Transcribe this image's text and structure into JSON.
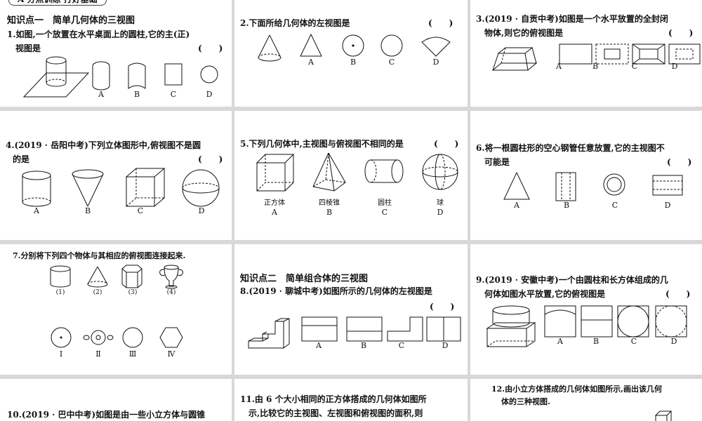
{
  "banner": "A 分点训练 打好基础",
  "section1": "知识点一　简单几何体的三视图",
  "section2": "知识点二　简单组合体的三视图",
  "bracket": "(　　)",
  "letters": [
    "A",
    "B",
    "C",
    "D"
  ],
  "roman": [
    "Ⅰ",
    "Ⅱ",
    "Ⅲ",
    "Ⅳ"
  ],
  "nums": [
    "(1)",
    "(2)",
    "(3)",
    "(4)"
  ],
  "q1": [
    "1.如图,一个放置在水平桌面上的圆柱,它的主(正)",
    "视图是"
  ],
  "q2": "2.下面所给几何体的左视图是",
  "q3": [
    "3.(2019 · 自贡中考)如图是一个水平放置的全封闭",
    "物体,则它的俯视图是"
  ],
  "q4": [
    "4.(2019 · 岳阳中考)下列立体图形中,俯视图不是圆",
    "的是"
  ],
  "q5": "5.下列几何体中,主视图与俯视图不相同的是",
  "q5names": [
    "正方体",
    "四棱锥",
    "圆柱",
    "球"
  ],
  "q6": [
    "6.将一根圆柱形的空心钢管任意放置,它的主视图不",
    "可能是"
  ],
  "q7": "7.分别将下列四个物体与其相应的俯视图连接起来.",
  "q8": "8.(2019 · 聊城中考)如图所示的几何体的左视图是",
  "q9": [
    "9.(2019 · 安徽中考)一个由圆柱和长方体组成的几",
    "何体如图水平放置,它的俯视图是"
  ],
  "q10": "10.(2019 · 巴中中考)如图是由一些小立方体与圆锥",
  "q11": [
    "11.由 6 个大小相同的正方体搭成的几何体如图所",
    "示,比较它的主视图、左视图和俯视图的面积,则"
  ],
  "q12": [
    "12.由小立方体搭成的几何体如图所示,画出该几何",
    "体的三种视图."
  ]
}
